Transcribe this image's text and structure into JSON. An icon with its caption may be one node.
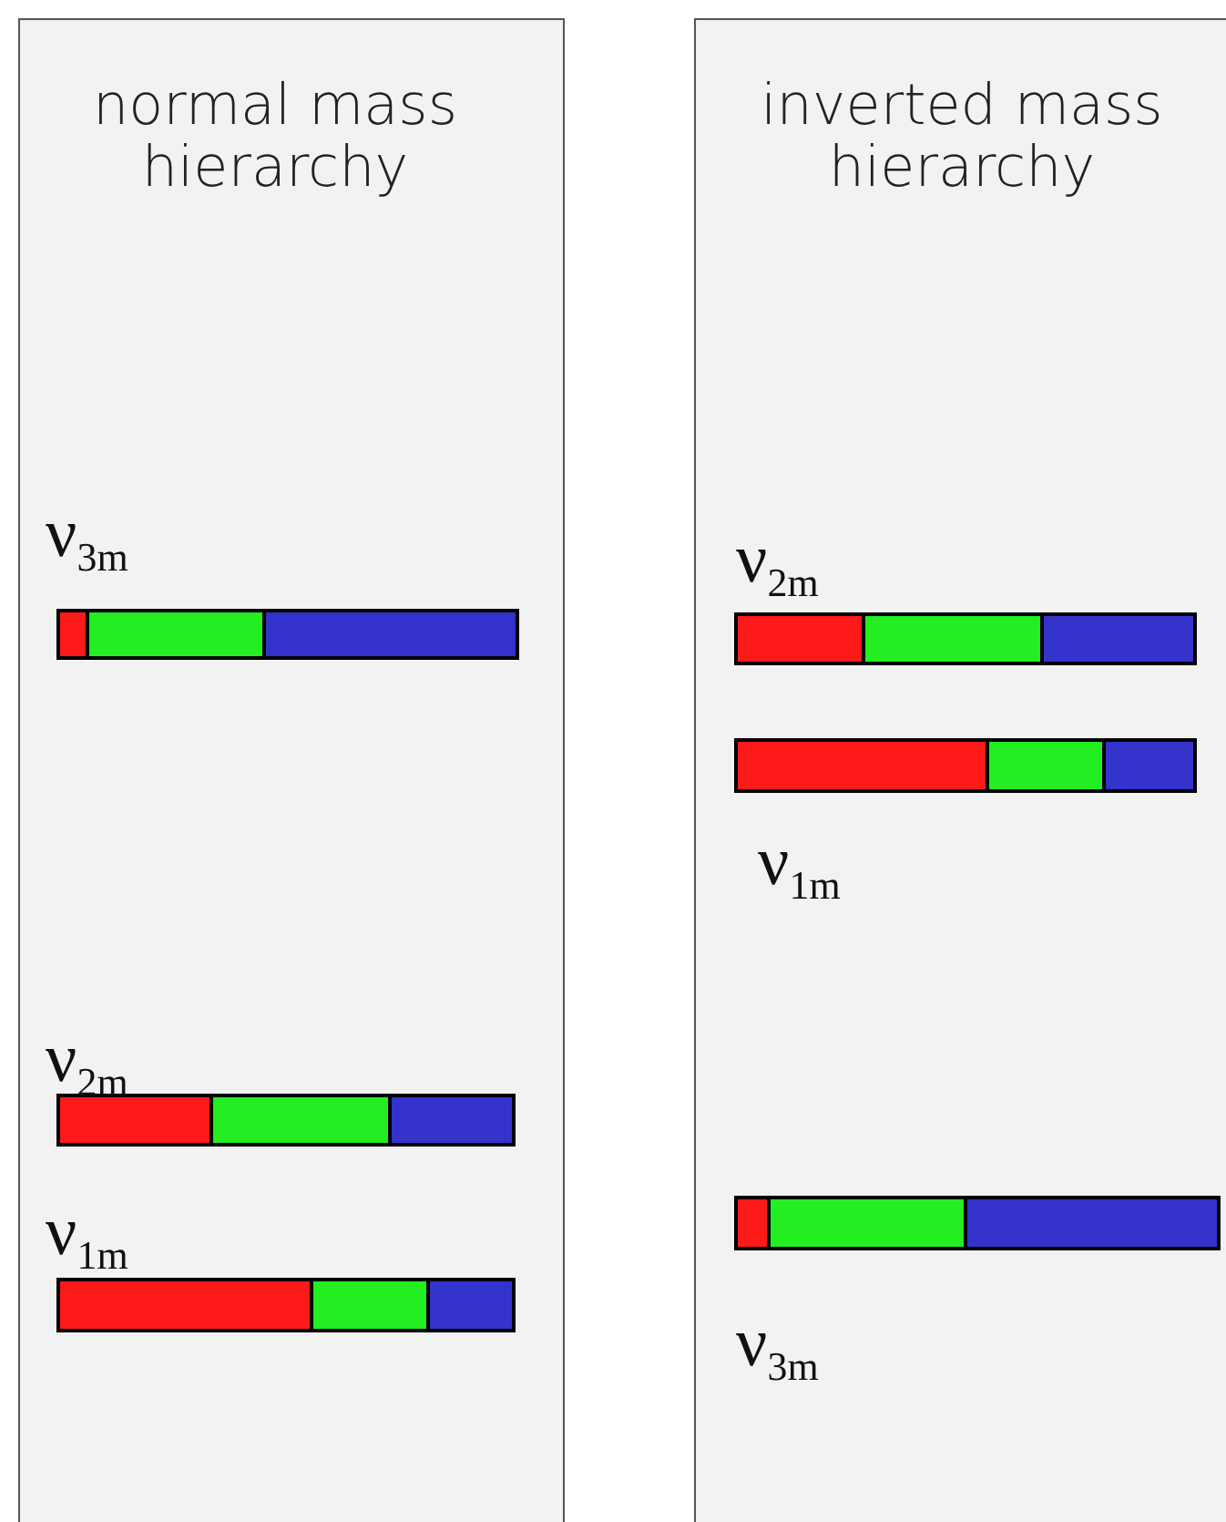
{
  "diagram": {
    "nodes": [
      {
        "text": [
          "normal mass hierarchy"
        ]
      },
      {
        "text": [
          "inverted mass hierarchy"
        ]
      },
      {
        "text": [],
        "shape": "bar",
        "in": 0,
        "beside": [
          "ν$_{3m}$"
        ]
      },
      {
        "text": [],
        "shape": "bar",
        "in": 0,
        "beside": [
          "ν$_{2m}$"
        ]
      },
      {
        "text": [],
        "shape": "bar",
        "in": 0,
        "beside": [
          "ν$_{1m}$"
        ]
      },
      {
        "text": [],
        "shape": "bar",
        "in": 1,
        "beside": [
          "ν$_{2m}$"
        ]
      },
      {
        "text": [],
        "shape": "bar",
        "in": 1,
        "beside": [
          "ν$_{1m}$"
        ]
      },
      {
        "text": [],
        "shape": "bar",
        "in": 1,
        "beside": [
          "ν$_{3m}$"
        ]
      }
    ]
  }
}
